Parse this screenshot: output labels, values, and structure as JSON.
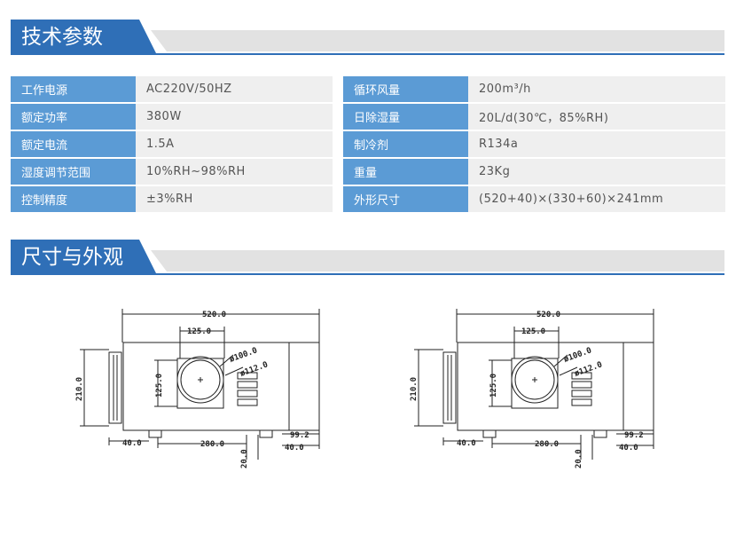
{
  "sections": {
    "specs_title": "技术参数",
    "dims_title": "尺寸与外观"
  },
  "specs_left": [
    {
      "key": "工作电源",
      "value": "AC220V/50HZ"
    },
    {
      "key": "额定功率",
      "value": "380W"
    },
    {
      "key": "额定电流",
      "value": "1.5A"
    },
    {
      "key": "湿度调节范围",
      "value": "10%RH~98%RH"
    },
    {
      "key": "控制精度",
      "value": "±3%RH"
    }
  ],
  "specs_right": [
    {
      "key": "循环风量",
      "value": "200m³/h"
    },
    {
      "key": "日除湿量",
      "value": "20L/d(30℃，85%RH)"
    },
    {
      "key": "制冷剂",
      "value": "R134a"
    },
    {
      "key": "重量",
      "value": "23Kg"
    },
    {
      "key": "外形尺寸",
      "value": "(520+40)×(330+60)×241mm"
    }
  ],
  "drawing": {
    "dim_total_width": "520.0",
    "dim_fan_width": "125.0",
    "dim_fan_height": "125.0",
    "dim_height": "210.0",
    "dim_dia_outer": "ø100.0",
    "dim_dia_inner": "ø112.0",
    "dim_left_offset": "40.0",
    "dim_bottom_span": "280.0",
    "dim_right_offset": "99.2",
    "dim_right_foot": "40.0",
    "dim_foot_height": "20.0"
  },
  "colors": {
    "accent": "#2f6fb7",
    "key_cell": "#5b9bd5",
    "value_cell": "#efefef",
    "bar": "#e2e2e2"
  }
}
